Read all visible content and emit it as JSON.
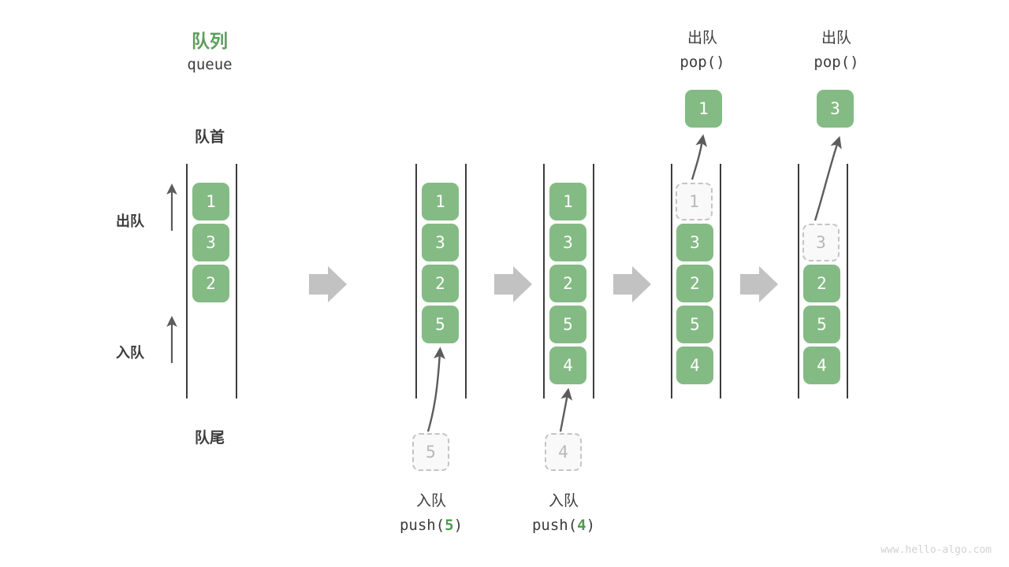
{
  "diagram": {
    "title_cn": "队列",
    "title_code": "queue",
    "head_label": "队首",
    "tail_label": "队尾",
    "dequeue_label": "出队",
    "enqueue_label": "入队",
    "watermark": "www.hello-algo.com",
    "accent_color": "#5c9e5c",
    "cell_color": "#84bb84",
    "ghost_color": "#f9f9f9",
    "arrow_color": "#bfbfbf",
    "line_color": "#3c3c3c"
  },
  "stages": [
    {
      "name": "initial-queue",
      "cells": [
        "1",
        "3",
        "2"
      ],
      "ghost": null,
      "caption_cn": null,
      "caption_code": null,
      "popped": null
    },
    {
      "name": "after-push-5",
      "cells": [
        "1",
        "3",
        "2",
        "5"
      ],
      "ghost": "5",
      "caption_cn": "入队",
      "caption_code": "push(5)",
      "caption_arg": "5",
      "popped": null
    },
    {
      "name": "after-push-4",
      "cells": [
        "1",
        "3",
        "2",
        "5",
        "4"
      ],
      "ghost": "4",
      "caption_cn": "入队",
      "caption_code": "push(4)",
      "caption_arg": "4",
      "popped": null
    },
    {
      "name": "after-pop-1",
      "cells": [
        "3",
        "2",
        "5",
        "4"
      ],
      "ghost": "1",
      "caption_cn": "出队",
      "caption_code": "pop()",
      "caption_arg": "",
      "popped": "1"
    },
    {
      "name": "after-pop-3",
      "cells": [
        "2",
        "5",
        "4"
      ],
      "ghost": "3",
      "caption_cn": "出队",
      "caption_code": "pop()",
      "caption_arg": "",
      "popped": "3"
    }
  ]
}
